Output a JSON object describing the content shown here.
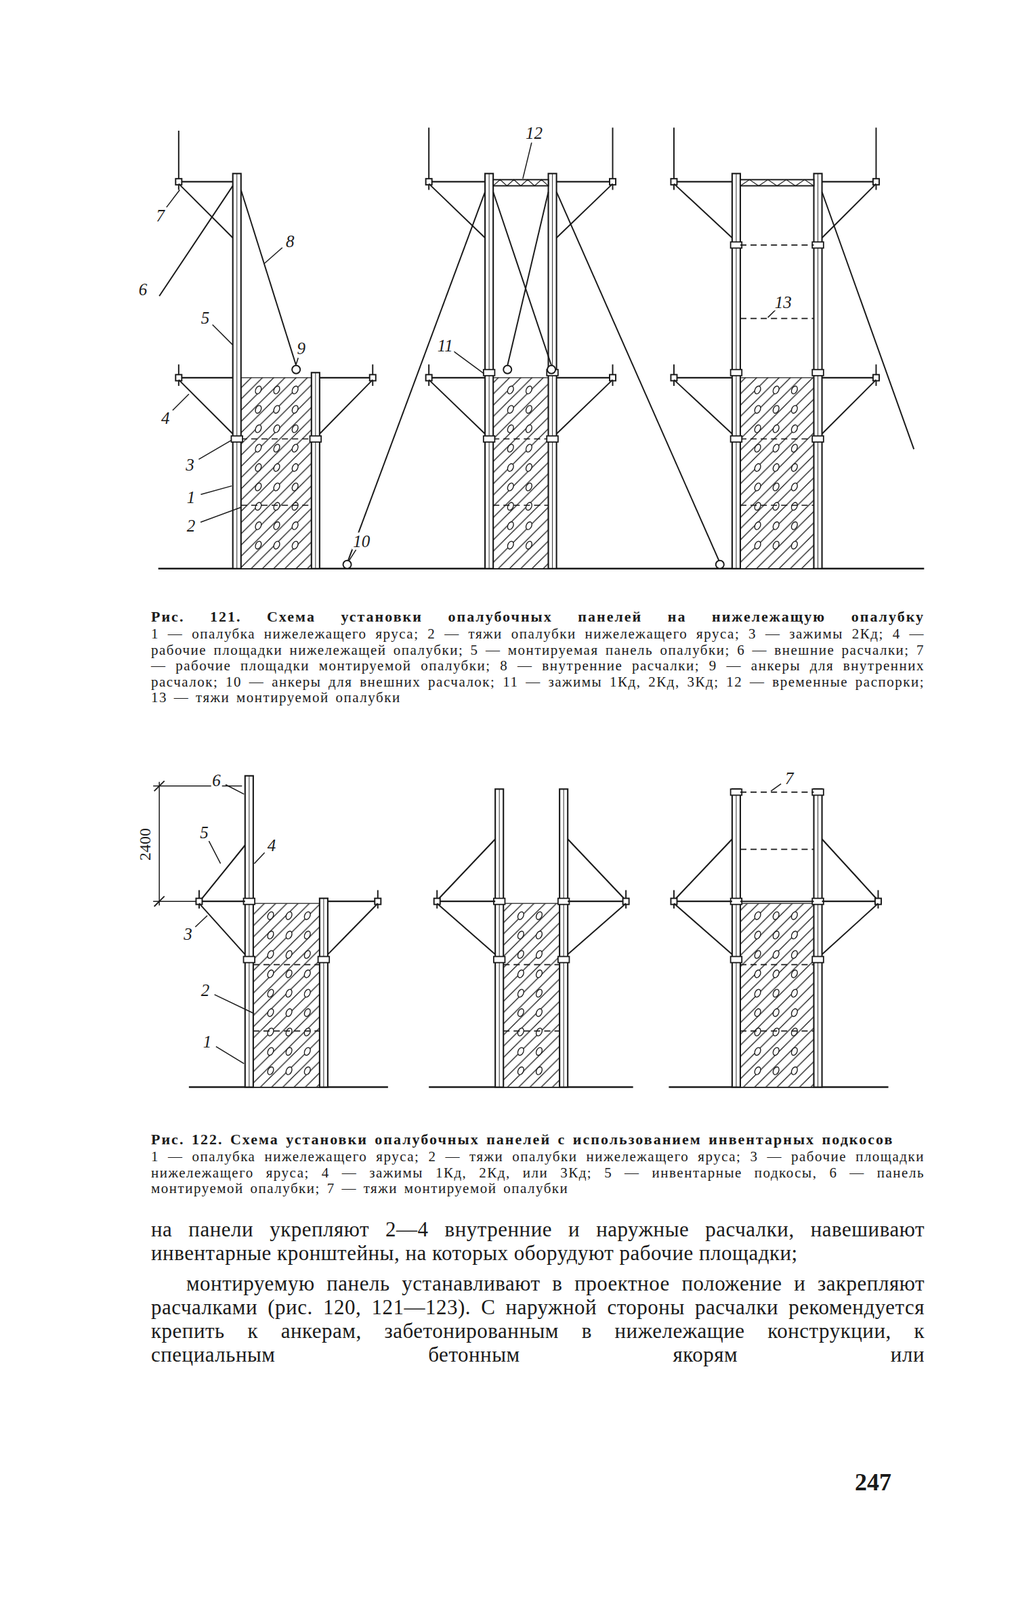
{
  "diagram": {
    "labels": [
      "7",
      "8",
      "6",
      "5",
      "9",
      "4",
      "3",
      "1",
      "2",
      "10",
      "12",
      "11",
      "13",
      "Рис. 121. Схема установки опалубочных панелей на нижележащую опалубку",
      "1 — опалубка нижележащего яруса; 2 — тяжи опалубки нижележащего яруса; 3 — зажимы 2Кд; 4 — рабочие площадки нижележащей опалубки; 5 — монтируемая панель опалубки; 6 — внешние расчалки; 7 — рабочие площадки монтируемой опалубки; 8 — внутренние расчалки; 9 — анкеры для внутренних расчалок; 10 — анкеры для внешних расчалок; 11 — зажимы 1Кд, 2Кд, 3Кд; 12 — временные распорки; 13 — тяжи монтируемой опалубки",
      "6",
      "2400",
      "5",
      "4",
      "3",
      "2",
      "1",
      "7",
      "Рис. 122. Схема установки опалубочных панелей с использованием инвентарных подкосов",
      "1 — опалубка нижележащего яруса; 2 — тяжи опалубки нижележащего яруса; 3 — рабочие площадки нижележащего яруса; 4 — зажимы 1Кд, 2Кд, или 3Кд; 5 — инвентарные подкосы, 6 — панель монтируемой опалубки; 7 — тяжи монтируемой опалубки",
      "на панели укрепляют 2—4 внутренние и наружные расчалки, навешивают инвентарные кронштейны, на которых оборудуют рабочие площадки;",
      "монтируемую панель устанавливают в проектное положение и закрепляют расчалками (рис. 120, 121—123). С наружной стороны расчалки рекомендуется крепить к анкерам, забетонированным в нижележащие конструкции, к специальным бетонным якорям или",
      "247"
    ]
  }
}
